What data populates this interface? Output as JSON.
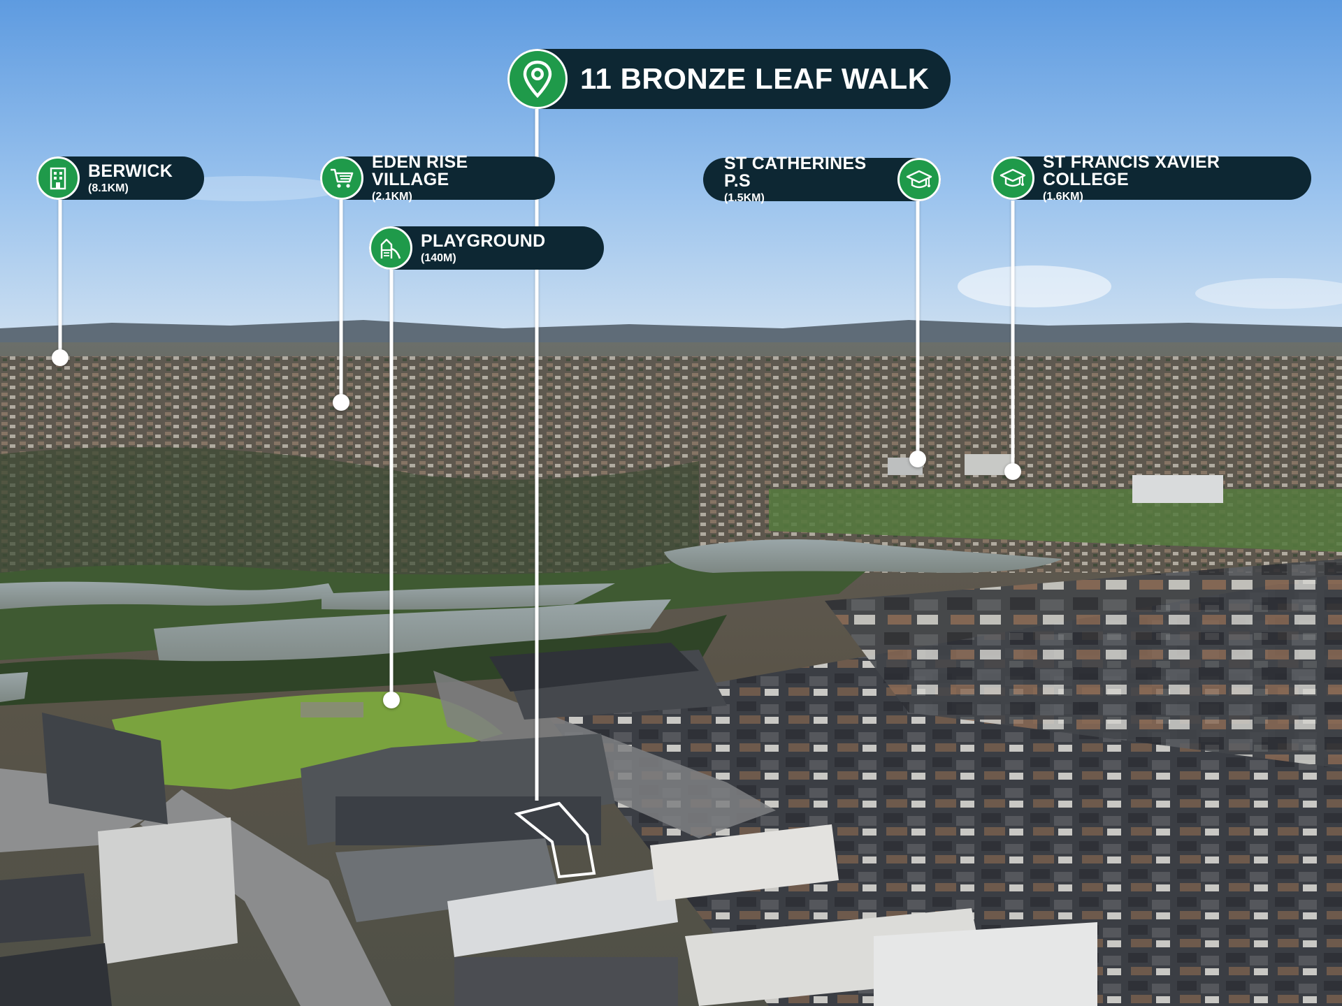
{
  "main_label": {
    "title": "11 BRONZE LEAF WALK",
    "icon": "map-pin-icon"
  },
  "points_of_interest": [
    {
      "name": "BERWICK",
      "distance": "(8.1KM)",
      "icon": "building-icon"
    },
    {
      "name": "EDEN RISE VILLAGE",
      "distance": "(2.1KM)",
      "icon": "shopping-cart-icon"
    },
    {
      "name": "PLAYGROUND",
      "distance": "(140M)",
      "icon": "playground-icon"
    },
    {
      "name": "ST CATHERINES P.S",
      "distance": "(1.5KM)",
      "icon": "graduation-cap-icon"
    },
    {
      "name": "ST FRANCIS XAVIER COLLEGE",
      "distance": "(1.6KM)",
      "icon": "graduation-cap-icon"
    }
  ],
  "colors": {
    "label_bg": "#0d2733",
    "badge_green": "#1f9a4a",
    "text": "#ffffff"
  }
}
